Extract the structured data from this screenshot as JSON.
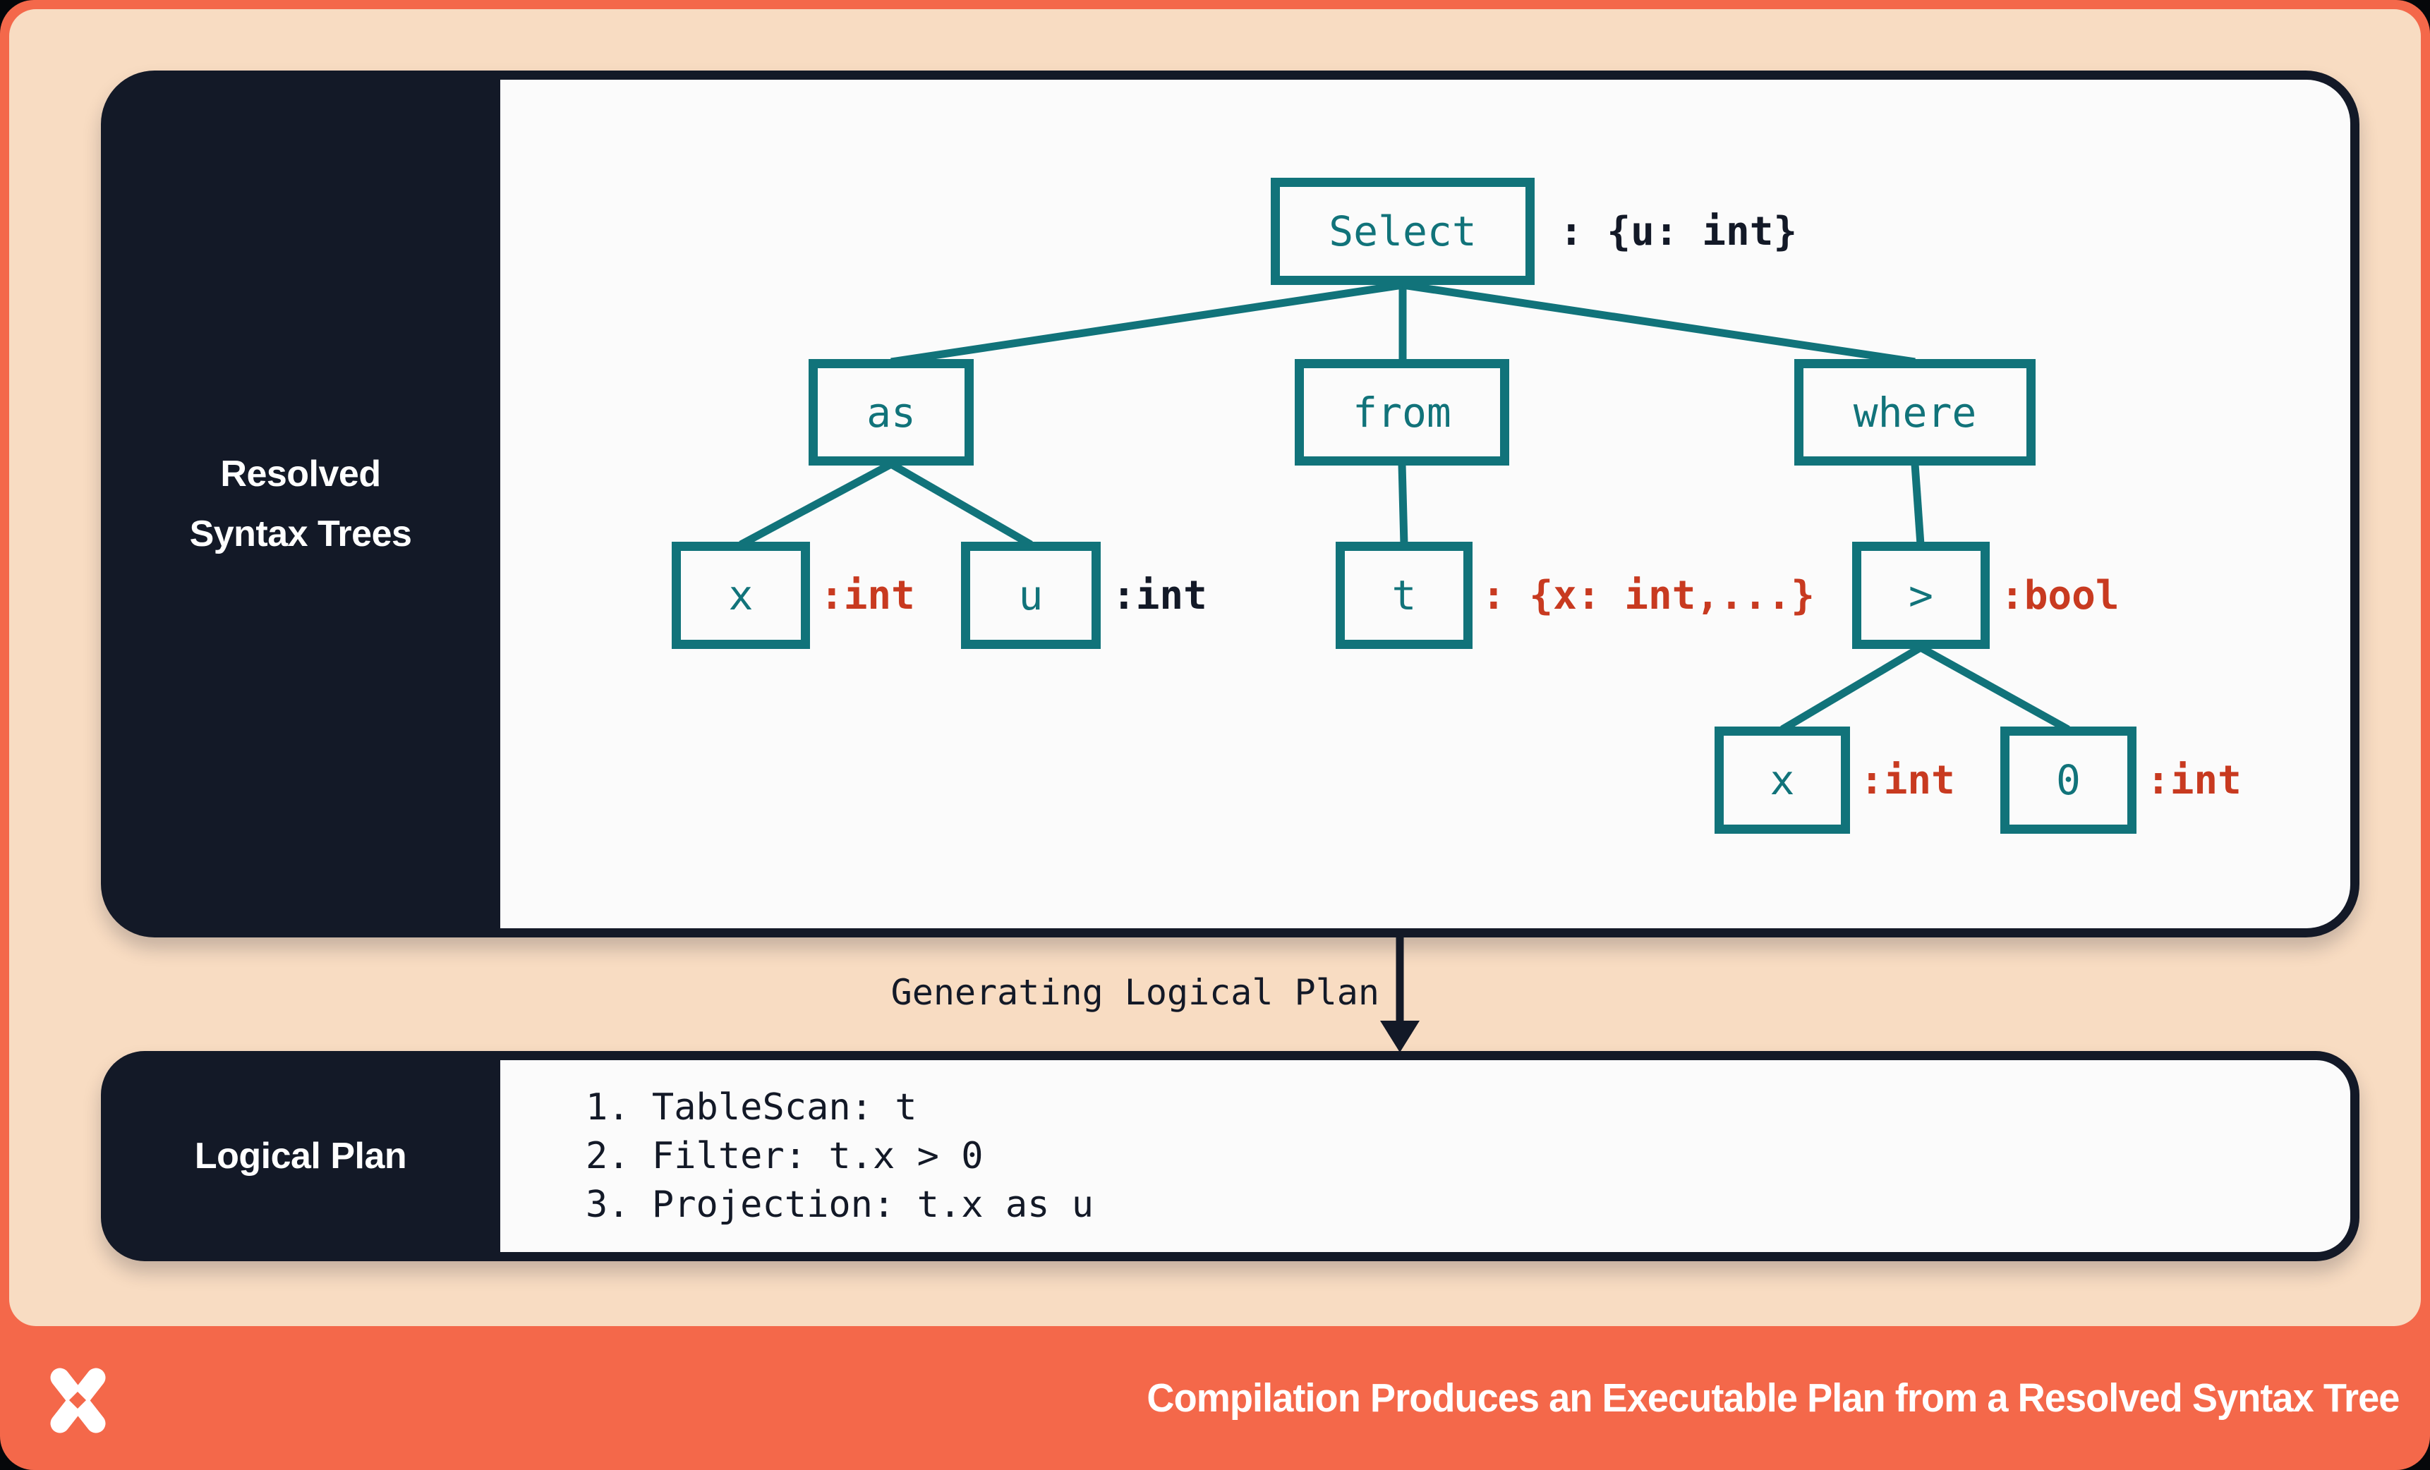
{
  "colors": {
    "orange": "#f4684a",
    "peach": "#f8dcc2",
    "navy": "#131927",
    "teal": "#11737a",
    "red": "#c83a20",
    "panel-white": "#fbfbfb",
    "white": "#ffffff"
  },
  "tree_panel": {
    "title": "Resolved Syntax Trees",
    "nodes": [
      {
        "id": "select",
        "label": "Select",
        "annotation": ": {u: int}",
        "annotation_style": "dark"
      },
      {
        "id": "as",
        "label": "as",
        "annotation": "",
        "annotation_style": ""
      },
      {
        "id": "from",
        "label": "from",
        "annotation": "",
        "annotation_style": ""
      },
      {
        "id": "where",
        "label": "where",
        "annotation": "",
        "annotation_style": ""
      },
      {
        "id": "x-under-as",
        "label": "x",
        "annotation": ":int",
        "annotation_style": "red"
      },
      {
        "id": "u-under-as",
        "label": "u",
        "annotation": ":int",
        "annotation_style": "dark"
      },
      {
        "id": "t-under-from",
        "label": "t",
        "annotation": ": {x: int,...}",
        "annotation_style": "red"
      },
      {
        "id": "greater-than",
        "label": ">",
        "annotation": ":bool",
        "annotation_style": "red"
      },
      {
        "id": "x-under-gt",
        "label": "x",
        "annotation": ":int",
        "annotation_style": "red"
      },
      {
        "id": "zero-under-gt",
        "label": "0",
        "annotation": ":int",
        "annotation_style": "red"
      }
    ]
  },
  "transition": {
    "label": "Generating Logical Plan"
  },
  "logical_plan_panel": {
    "title": "Logical Plan",
    "steps": [
      "1. TableScan: t",
      "2. Filter: t.x > 0",
      "3. Projection: t.x as u"
    ]
  },
  "footer": {
    "title": "Compilation Produces an Executable Plan from a Resolved Syntax Tree",
    "logo": "x-pinwheel-logo"
  }
}
